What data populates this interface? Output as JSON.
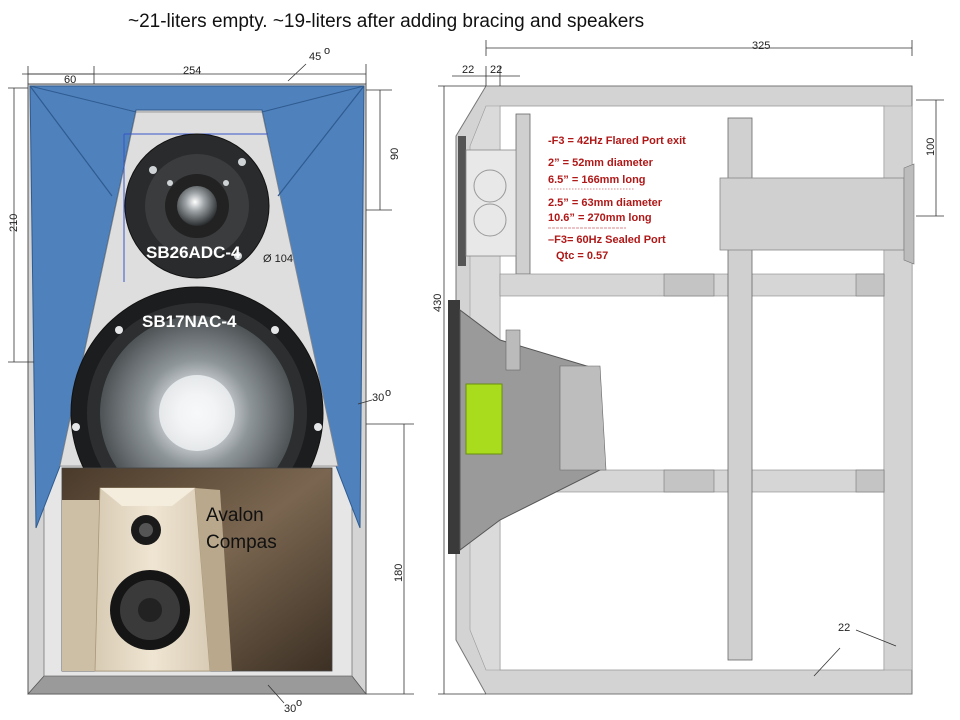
{
  "title": "~21-liters empty.  ~19-liters after adding bracing and speakers",
  "front_view": {
    "dims": {
      "width_60": "60",
      "width_254": "254",
      "angle_45": "45",
      "angle_sup": "o",
      "height_210": "210",
      "height_90": "90",
      "angle_30_side": "30",
      "height_180": "180",
      "angle_30_bottom": "30"
    },
    "tweeter_label": "SB26ADC-4",
    "tweeter_diameter": "Ø 104",
    "woofer_label": "SB17NAC-4",
    "photo_label_line1": "Avalon",
    "photo_label_line2": "Compas"
  },
  "side_view": {
    "dims": {
      "panel_22_a": "22",
      "panel_22_b": "22",
      "depth_325": "325",
      "height_430": "430",
      "port_100": "100",
      "panel_22_bottom": "22"
    },
    "port_notes": [
      "-F3 = 42Hz  Flared Port exit",
      "2” = 52mm diameter",
      "6.5” = 166mm  long",
      "2.5” = 63mm diameter",
      "10.6” = 270mm long",
      "–F3= 60Hz Sealed Port",
      "Qtc = 0.57"
    ]
  },
  "colors": {
    "baffle_blue": "#4f81bd",
    "panel_gray": "#d3d3d3",
    "note_red": "#b01818"
  }
}
